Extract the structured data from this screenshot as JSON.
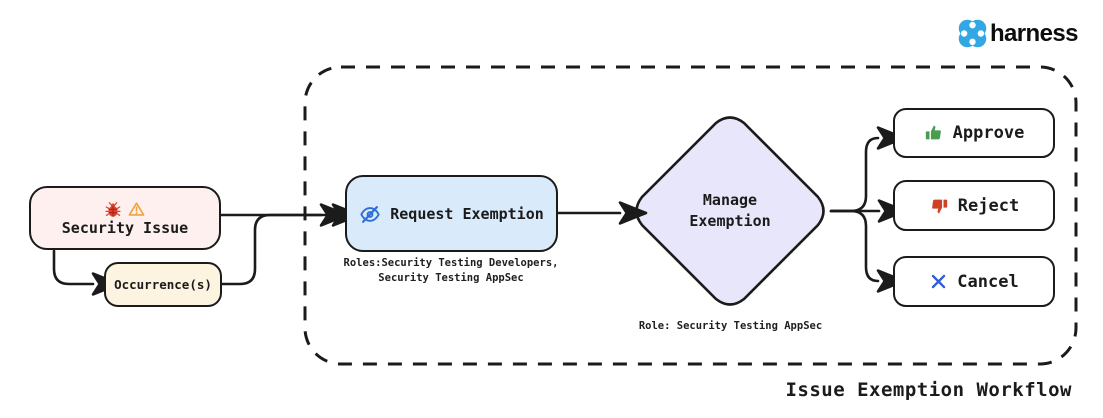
{
  "brand": {
    "name": "harness"
  },
  "diagram": {
    "title": "Issue Exemption Workflow",
    "nodes": {
      "security_issue": {
        "label": "Security Issue"
      },
      "occurrences": {
        "label": "Occurrence(s)"
      },
      "request_exemption": {
        "label": "Request Exemption",
        "roles_line1": "Roles:Security Testing Developers,",
        "roles_line2": "Security Testing AppSec"
      },
      "manage_exemption": {
        "label_line1": "Manage",
        "label_line2": "Exemption",
        "role": "Role: Security Testing AppSec"
      },
      "outcomes": {
        "approve": {
          "label": "Approve"
        },
        "reject": {
          "label": "Reject"
        },
        "cancel": {
          "label": "Cancel"
        }
      }
    },
    "icons": {
      "security_issue": [
        "bug-icon",
        "warning-icon"
      ],
      "request_exemption": "eye-off-icon",
      "approve": "thumbs-up-icon",
      "reject": "thumbs-down-icon",
      "cancel": "x-icon",
      "brand": "harness-logo-icon"
    },
    "colors": {
      "ink": "#1b1b1b",
      "security_issue_bg": "#fdf0ee",
      "occurrences_bg": "#fcf3e0",
      "request_exemption_bg": "#d9eafb",
      "manage_exemption_bg": "#e8e6fa",
      "approve_green": "#4a9d4e",
      "reject_red": "#cd4227",
      "cancel_blue": "#2d5bd9",
      "eye_blue": "#2e6fd4",
      "bug_red": "#e2432e",
      "warning_orange": "#f0a23c",
      "brand_blue": "#33a7e3"
    }
  }
}
